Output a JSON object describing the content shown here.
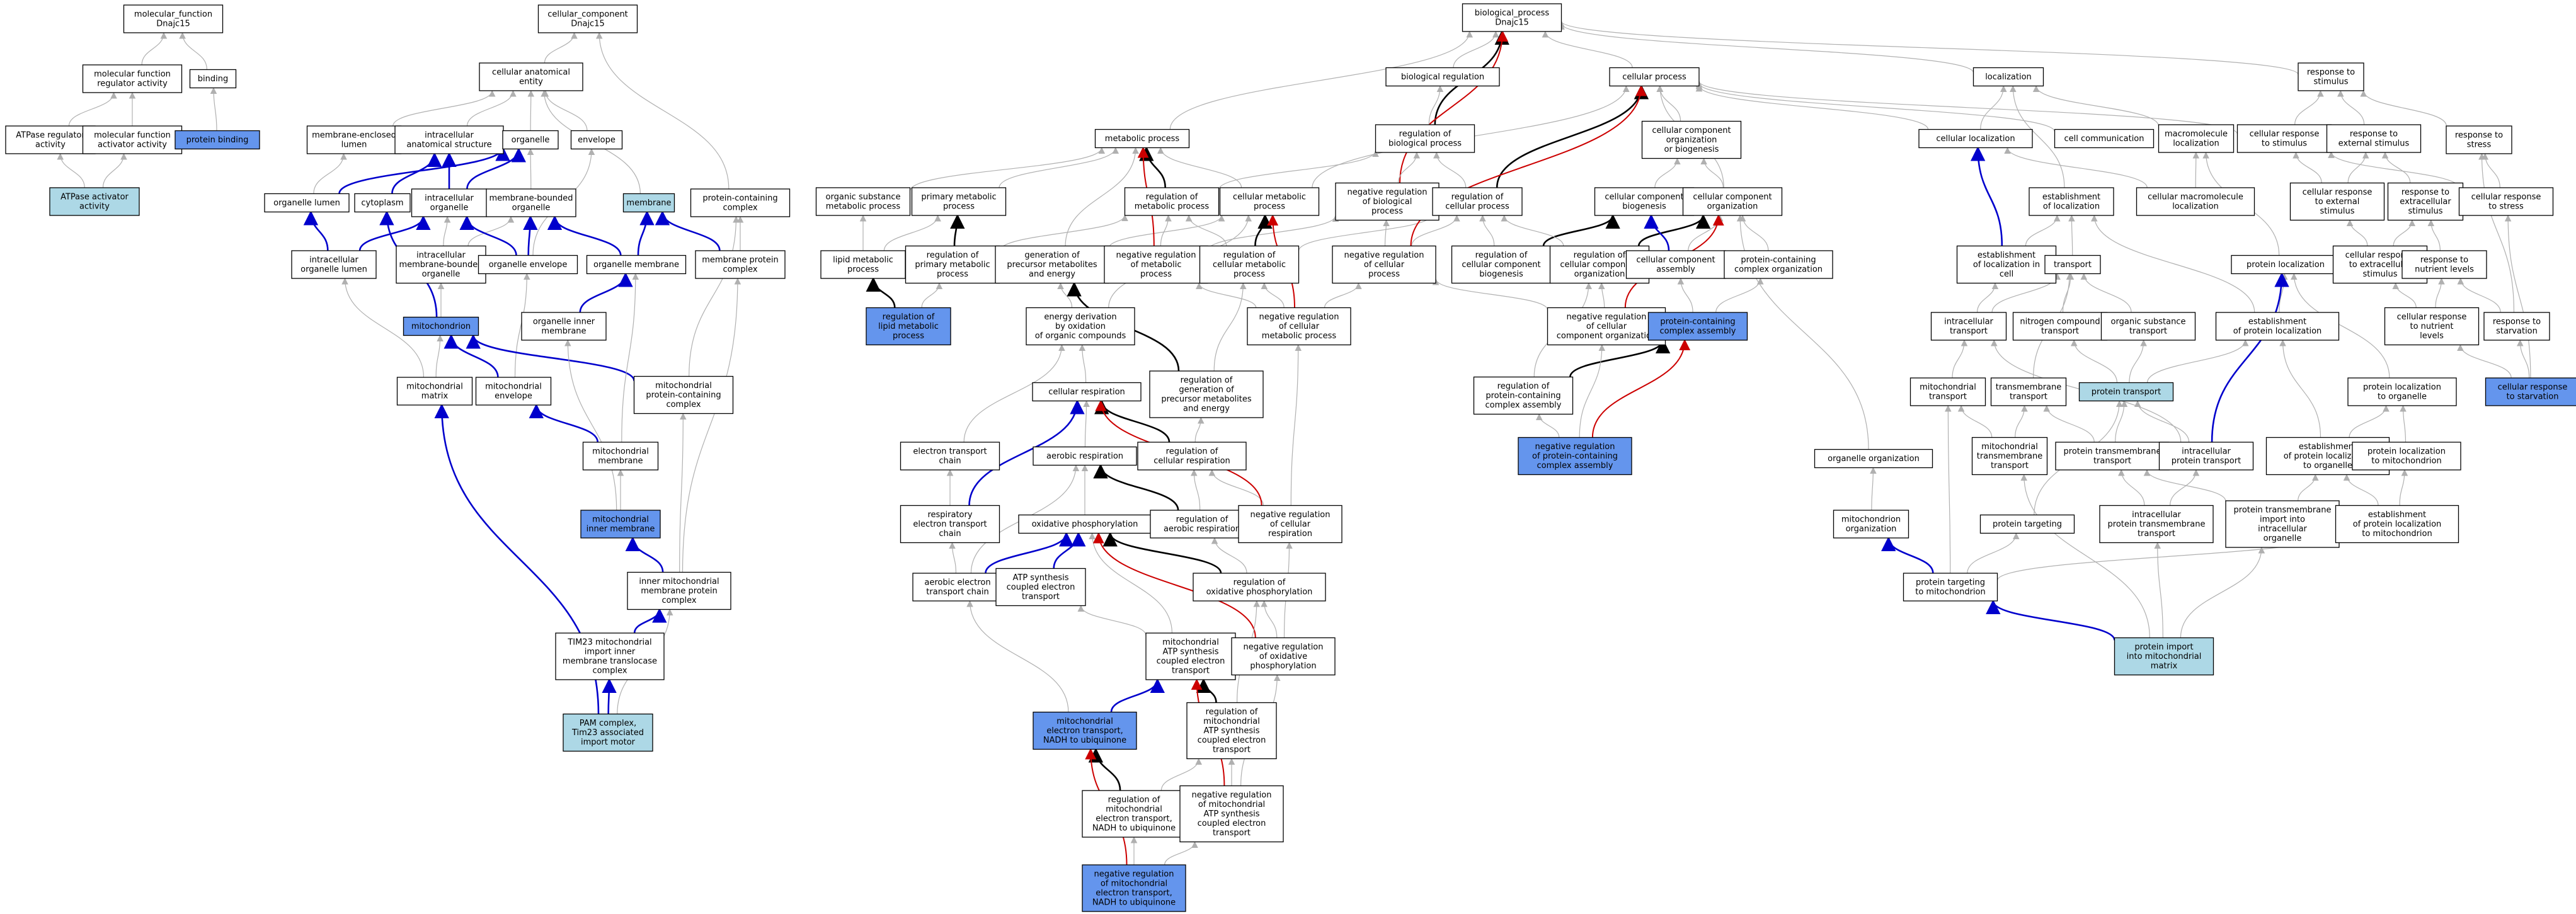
{
  "colors": {
    "white": "#ffffff",
    "blue": "#6495ed",
    "light": "#add8e6",
    "edge_grey": "#b0b0b0",
    "edge_black": "#000000",
    "edge_blue": "#0000cc",
    "edge_red": "#cc0000"
  },
  "nodes": [
    {
      "id": "mf",
      "lines": [
        "molecular_function",
        "Dnajc15"
      ],
      "fill": "white"
    },
    {
      "id": "mfra",
      "lines": [
        "molecular function",
        "regulator activity"
      ],
      "fill": "white"
    },
    {
      "id": "binding",
      "lines": [
        "binding"
      ],
      "fill": "white"
    },
    {
      "id": "atpreg",
      "lines": [
        "ATPase regulator",
        "activity"
      ],
      "fill": "white"
    },
    {
      "id": "mfaa",
      "lines": [
        "molecular function",
        "activator activity"
      ],
      "fill": "white"
    },
    {
      "id": "protbind",
      "lines": [
        "protein binding"
      ],
      "fill": "blue"
    },
    {
      "id": "atpact",
      "lines": [
        "ATPase activator",
        "activity"
      ],
      "fill": "light"
    },
    {
      "id": "cc",
      "lines": [
        "cellular_component",
        "Dnajc15"
      ],
      "fill": "white"
    },
    {
      "id": "cae",
      "lines": [
        "cellular anatomical",
        "entity"
      ],
      "fill": "white"
    },
    {
      "id": "membenc",
      "lines": [
        "membrane-enclosed",
        "lumen"
      ],
      "fill": "white"
    },
    {
      "id": "ias",
      "lines": [
        "intracellular",
        "anatomical structure"
      ],
      "fill": "white"
    },
    {
      "id": "organelle",
      "lines": [
        "organelle"
      ],
      "fill": "white"
    },
    {
      "id": "envelope",
      "lines": [
        "envelope"
      ],
      "fill": "white"
    },
    {
      "id": "membrane",
      "lines": [
        "membrane"
      ],
      "fill": "light"
    },
    {
      "id": "pcc",
      "lines": [
        "protein-containing",
        "complex"
      ],
      "fill": "white"
    },
    {
      "id": "orglumen",
      "lines": [
        "organelle lumen"
      ],
      "fill": "white"
    },
    {
      "id": "cytoplasm",
      "lines": [
        "cytoplasm"
      ],
      "fill": "white"
    },
    {
      "id": "intorg",
      "lines": [
        "intracellular",
        "organelle"
      ],
      "fill": "white"
    },
    {
      "id": "mbo",
      "lines": [
        "membrane-bounded",
        "organelle"
      ],
      "fill": "white"
    },
    {
      "id": "memprot",
      "lines": [
        "membrane protein",
        "complex"
      ],
      "fill": "white"
    },
    {
      "id": "intorglumen",
      "lines": [
        "intracellular",
        "organelle lumen"
      ],
      "fill": "white"
    },
    {
      "id": "imbo",
      "lines": [
        "intracellular",
        "membrane-bounded",
        "organelle"
      ],
      "fill": "white"
    },
    {
      "id": "orgenv",
      "lines": [
        "organelle envelope"
      ],
      "fill": "white"
    },
    {
      "id": "orgmem",
      "lines": [
        "organelle membrane"
      ],
      "fill": "white"
    },
    {
      "id": "orginner",
      "lines": [
        "organelle inner",
        "membrane"
      ],
      "fill": "white"
    },
    {
      "id": "mito",
      "lines": [
        "mitochondrion"
      ],
      "fill": "blue"
    },
    {
      "id": "mitomatrix",
      "lines": [
        "mitochondrial",
        "matrix"
      ],
      "fill": "white"
    },
    {
      "id": "mitoenv",
      "lines": [
        "mitochondrial",
        "envelope"
      ],
      "fill": "white"
    },
    {
      "id": "mitopcc",
      "lines": [
        "mitochondrial",
        "protein-containing",
        "complex"
      ],
      "fill": "white"
    },
    {
      "id": "mitomem",
      "lines": [
        "mitochondrial",
        "membrane"
      ],
      "fill": "white"
    },
    {
      "id": "mitoinner",
      "lines": [
        "mitochondrial",
        "inner membrane"
      ],
      "fill": "blue"
    },
    {
      "id": "imm",
      "lines": [
        "inner mitochondrial",
        "membrane protein",
        "complex"
      ],
      "fill": "white"
    },
    {
      "id": "tim23",
      "lines": [
        "TIM23 mitochondrial",
        "import inner",
        "membrane translocase",
        "complex"
      ],
      "fill": "white"
    },
    {
      "id": "pam",
      "lines": [
        "PAM complex,",
        "Tim23 associated",
        "import motor"
      ],
      "fill": "light"
    },
    {
      "id": "bp",
      "lines": [
        "biological_process",
        "Dnajc15"
      ],
      "fill": "white"
    },
    {
      "id": "bioreg",
      "lines": [
        "biological regulation"
      ],
      "fill": "white"
    },
    {
      "id": "cellproc",
      "lines": [
        "cellular process"
      ],
      "fill": "white"
    },
    {
      "id": "local",
      "lines": [
        "localization"
      ],
      "fill": "white"
    },
    {
      "id": "resstim",
      "lines": [
        "response to",
        "stimulus"
      ],
      "fill": "white"
    },
    {
      "id": "metproc",
      "lines": [
        "metabolic process"
      ],
      "fill": "white"
    },
    {
      "id": "regbio",
      "lines": [
        "regulation of",
        "biological process"
      ],
      "fill": "white"
    },
    {
      "id": "ccob",
      "lines": [
        "cellular component",
        "organization",
        "or biogenesis"
      ],
      "fill": "white"
    },
    {
      "id": "cellloc",
      "lines": [
        "cellular localization"
      ],
      "fill": "white"
    },
    {
      "id": "cellcomm",
      "lines": [
        "cell communication"
      ],
      "fill": "white"
    },
    {
      "id": "macroloc",
      "lines": [
        "macromolecule",
        "localization"
      ],
      "fill": "white"
    },
    {
      "id": "cellresstim",
      "lines": [
        "cellular response",
        "to stimulus"
      ],
      "fill": "white"
    },
    {
      "id": "resext",
      "lines": [
        "response to",
        "external stimulus"
      ],
      "fill": "white"
    },
    {
      "id": "resstress",
      "lines": [
        "response to",
        "stress"
      ],
      "fill": "white"
    },
    {
      "id": "orgsub",
      "lines": [
        "organic substance",
        "metabolic process"
      ],
      "fill": "white"
    },
    {
      "id": "primmet",
      "lines": [
        "primary metabolic",
        "process"
      ],
      "fill": "white"
    },
    {
      "id": "regmet",
      "lines": [
        "regulation of",
        "metabolic process"
      ],
      "fill": "white"
    },
    {
      "id": "cellmet",
      "lines": [
        "cellular metabolic",
        "process"
      ],
      "fill": "white"
    },
    {
      "id": "negregbio",
      "lines": [
        "negative regulation",
        "of biological",
        "process"
      ],
      "fill": "white"
    },
    {
      "id": "regcell",
      "lines": [
        "regulation of",
        "cellular process"
      ],
      "fill": "white"
    },
    {
      "id": "ccbio",
      "lines": [
        "cellular component",
        "biogenesis"
      ],
      "fill": "white"
    },
    {
      "id": "ccorg",
      "lines": [
        "cellular component",
        "organization"
      ],
      "fill": "white"
    },
    {
      "id": "estloc",
      "lines": [
        "establishment",
        "of localization"
      ],
      "fill": "white"
    },
    {
      "id": "cellmacro",
      "lines": [
        "cellular macromolecule",
        "localization"
      ],
      "fill": "white"
    },
    {
      "id": "cellresext",
      "lines": [
        "cellular response",
        "to external",
        "stimulus"
      ],
      "fill": "white"
    },
    {
      "id": "resextra",
      "lines": [
        "response to",
        "extracellular",
        "stimulus"
      ],
      "fill": "white"
    },
    {
      "id": "cellresstress",
      "lines": [
        "cellular response",
        "to stress"
      ],
      "fill": "white"
    },
    {
      "id": "lipid",
      "lines": [
        "lipid metabolic",
        "process"
      ],
      "fill": "white"
    },
    {
      "id": "regprim",
      "lines": [
        "regulation of",
        "primary metabolic",
        "process"
      ],
      "fill": "white"
    },
    {
      "id": "genprec",
      "lines": [
        "generation of",
        "precursor metabolites",
        "and energy"
      ],
      "fill": "white"
    },
    {
      "id": "negregmet",
      "lines": [
        "negative regulation",
        "of metabolic",
        "process"
      ],
      "fill": "white"
    },
    {
      "id": "regcellmet",
      "lines": [
        "regulation of",
        "cellular metabolic",
        "process"
      ],
      "fill": "white"
    },
    {
      "id": "negregcell",
      "lines": [
        "negative regulation",
        "of cellular",
        "process"
      ],
      "fill": "white"
    },
    {
      "id": "regccbio",
      "lines": [
        "regulation of",
        "cellular component",
        "biogenesis"
      ],
      "fill": "white"
    },
    {
      "id": "regccorg",
      "lines": [
        "regulation of",
        "cellular component",
        "organization"
      ],
      "fill": "white"
    },
    {
      "id": "ccassembly",
      "lines": [
        "cellular component",
        "assembly"
      ],
      "fill": "white"
    },
    {
      "id": "pccorg",
      "lines": [
        "protein-containing",
        "complex organization"
      ],
      "fill": "white"
    },
    {
      "id": "estlocincell",
      "lines": [
        "establishment",
        "of localization in",
        "cell"
      ],
      "fill": "white"
    },
    {
      "id": "transport",
      "lines": [
        "transport"
      ],
      "fill": "white"
    },
    {
      "id": "protloc",
      "lines": [
        "protein localization"
      ],
      "fill": "white"
    },
    {
      "id": "cellresextra",
      "lines": [
        "cellular response",
        "to extracellular",
        "stimulus"
      ],
      "fill": "white"
    },
    {
      "id": "resnutr",
      "lines": [
        "response to",
        "nutrient levels"
      ],
      "fill": "white"
    },
    {
      "id": "reglipid",
      "lines": [
        "regulation of",
        "lipid metabolic",
        "process"
      ],
      "fill": "blue"
    },
    {
      "id": "energy",
      "lines": [
        "energy derivation",
        "by oxidation",
        "of organic compounds"
      ],
      "fill": "white"
    },
    {
      "id": "negregcellmet",
      "lines": [
        "negative regulation",
        "of cellular",
        "metabolic process"
      ],
      "fill": "white"
    },
    {
      "id": "negregccorg",
      "lines": [
        "negative regulation",
        "of cellular",
        "component organization"
      ],
      "fill": "white"
    },
    {
      "id": "pcca",
      "lines": [
        "protein-containing",
        "complex assembly"
      ],
      "fill": "blue"
    },
    {
      "id": "inttrans",
      "lines": [
        "intracellular",
        "transport"
      ],
      "fill": "white"
    },
    {
      "id": "nitro",
      "lines": [
        "nitrogen compound",
        "transport"
      ],
      "fill": "white"
    },
    {
      "id": "orgsubtrans",
      "lines": [
        "organic substance",
        "transport"
      ],
      "fill": "white"
    },
    {
      "id": "estprotloc",
      "lines": [
        "establishment",
        "of protein localization"
      ],
      "fill": "white"
    },
    {
      "id": "cellresnutr",
      "lines": [
        "cellular response",
        "to nutrient",
        "levels"
      ],
      "fill": "white"
    },
    {
      "id": "resstarv",
      "lines": [
        "response to",
        "starvation"
      ],
      "fill": "white"
    },
    {
      "id": "cellresp",
      "lines": [
        "cellular respiration"
      ],
      "fill": "white"
    },
    {
      "id": "reggen",
      "lines": [
        "regulation of",
        "generation of",
        "precursor metabolites",
        "and energy"
      ],
      "fill": "white"
    },
    {
      "id": "regpcca",
      "lines": [
        "regulation of",
        "protein-containing",
        "complex assembly"
      ],
      "fill": "white"
    },
    {
      "id": "mitotrans",
      "lines": [
        "mitochondrial",
        "transport"
      ],
      "fill": "white"
    },
    {
      "id": "tmtrans",
      "lines": [
        "transmembrane",
        "transport"
      ],
      "fill": "white"
    },
    {
      "id": "prottrans",
      "lines": [
        "protein transport"
      ],
      "fill": "light"
    },
    {
      "id": "protloctoorg",
      "lines": [
        "protein localization",
        "to organelle"
      ],
      "fill": "white"
    },
    {
      "id": "cellresstarv",
      "lines": [
        "cellular response",
        "to starvation"
      ],
      "fill": "blue"
    },
    {
      "id": "etc",
      "lines": [
        "electron transport",
        "chain"
      ],
      "fill": "white"
    },
    {
      "id": "aerresp",
      "lines": [
        "aerobic respiration"
      ],
      "fill": "white"
    },
    {
      "id": "regcellresp",
      "lines": [
        "regulation of",
        "cellular respiration"
      ],
      "fill": "white"
    },
    {
      "id": "negregpcca",
      "lines": [
        "negative regulation",
        "of protein-containing",
        "complex assembly"
      ],
      "fill": "blue"
    },
    {
      "id": "orgorg",
      "lines": [
        "organelle organization"
      ],
      "fill": "white"
    },
    {
      "id": "mitotmtrans",
      "lines": [
        "mitochondrial",
        "transmembrane",
        "transport"
      ],
      "fill": "white"
    },
    {
      "id": "prottmtrans",
      "lines": [
        "protein transmembrane",
        "transport"
      ],
      "fill": "white"
    },
    {
      "id": "intprottrans",
      "lines": [
        "intracellular",
        "protein transport"
      ],
      "fill": "white"
    },
    {
      "id": "estprotorg",
      "lines": [
        "establishment",
        "of protein localization",
        "to organelle"
      ],
      "fill": "white"
    },
    {
      "id": "protlocmito",
      "lines": [
        "protein localization",
        "to mitochondrion"
      ],
      "fill": "white"
    },
    {
      "id": "respetc",
      "lines": [
        "respiratory",
        "electron transport",
        "chain"
      ],
      "fill": "white"
    },
    {
      "id": "oxphos",
      "lines": [
        "oxidative phosphorylation"
      ],
      "fill": "white"
    },
    {
      "id": "regaer",
      "lines": [
        "regulation of",
        "aerobic respiration"
      ],
      "fill": "white"
    },
    {
      "id": "negregcellresp",
      "lines": [
        "negative regulation",
        "of cellular",
        "respiration"
      ],
      "fill": "white"
    },
    {
      "id": "mitoorg",
      "lines": [
        "mitochondrion",
        "organization"
      ],
      "fill": "white"
    },
    {
      "id": "prottarg",
      "lines": [
        "protein targeting"
      ],
      "fill": "white"
    },
    {
      "id": "intprottm",
      "lines": [
        "intracellular",
        "protein transmembrane",
        "transport"
      ],
      "fill": "white"
    },
    {
      "id": "prottmimport",
      "lines": [
        "protein transmembrane",
        "import into",
        "intracellular",
        "organelle"
      ],
      "fill": "white"
    },
    {
      "id": "estprotmito",
      "lines": [
        "establishment",
        "of protein localization",
        "to mitochondrion"
      ],
      "fill": "white"
    },
    {
      "id": "aeretc",
      "lines": [
        "aerobic electron",
        "transport chain"
      ],
      "fill": "white"
    },
    {
      "id": "atpsynth",
      "lines": [
        "ATP synthesis",
        "coupled electron",
        "transport"
      ],
      "fill": "white"
    },
    {
      "id": "regoxphos",
      "lines": [
        "regulation of",
        "oxidative phosphorylation"
      ],
      "fill": "white"
    },
    {
      "id": "prottargmito",
      "lines": [
        "protein targeting",
        "to mitochondrion"
      ],
      "fill": "white"
    },
    {
      "id": "mitoatp",
      "lines": [
        "mitochondrial",
        "ATP synthesis",
        "coupled electron",
        "transport"
      ],
      "fill": "white"
    },
    {
      "id": "negregoxphos",
      "lines": [
        "negative regulation",
        "of oxidative",
        "phosphorylation"
      ],
      "fill": "white"
    },
    {
      "id": "protimport",
      "lines": [
        "protein import",
        "into mitochondrial",
        "matrix"
      ],
      "fill": "light"
    },
    {
      "id": "mitoet",
      "lines": [
        "mitochondrial",
        "electron transport,",
        "NADH to ubiquinone"
      ],
      "fill": "blue"
    },
    {
      "id": "regmitoatp",
      "lines": [
        "regulation of",
        "mitochondrial",
        "ATP synthesis",
        "coupled electron",
        "transport"
      ],
      "fill": "white"
    },
    {
      "id": "regmitoet",
      "lines": [
        "regulation of",
        "mitochondrial",
        "electron transport,",
        "NADH to ubiquinone"
      ],
      "fill": "white"
    },
    {
      "id": "negregmitoatp",
      "lines": [
        "negative regulation",
        "of mitochondrial",
        "ATP synthesis",
        "coupled electron",
        "transport"
      ],
      "fill": "white"
    },
    {
      "id": "negregmitoet",
      "lines": [
        "negative regulation",
        "of mitochondrial",
        "electron transport,",
        "NADH to ubiquinone"
      ],
      "fill": "blue"
    }
  ]
}
